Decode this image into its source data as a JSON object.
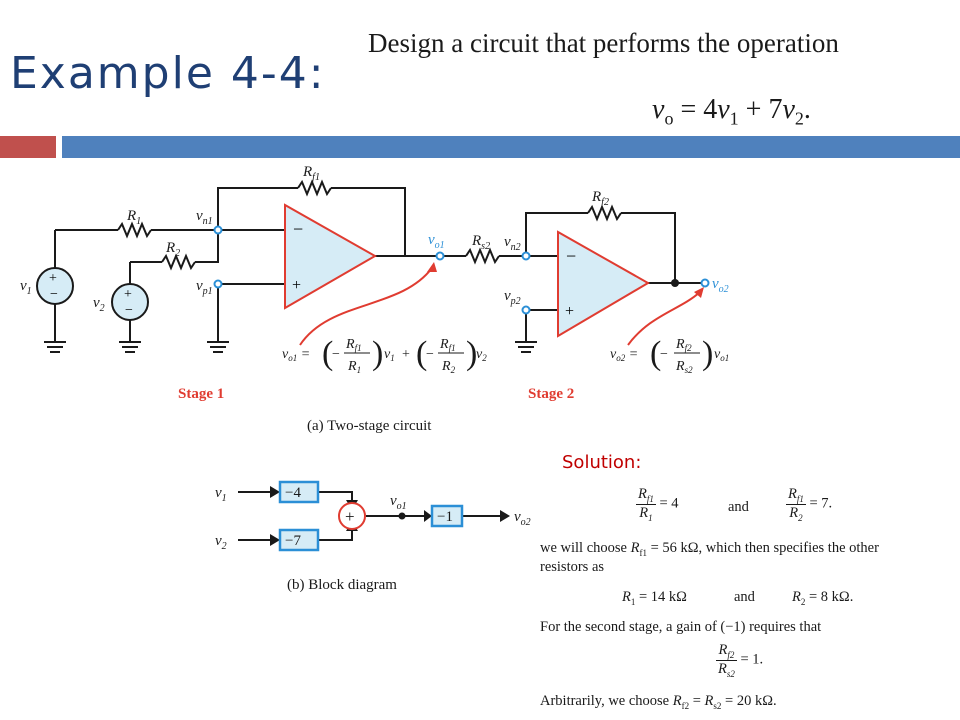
{
  "slide": {
    "title": "Example 4-4:",
    "problem": "Design a circuit that performs the operation",
    "equation": "v_o = 4v_1 + 7v_2."
  },
  "colors": {
    "title": "#1f3f74",
    "bar_red": "#c0504d",
    "bar_blue": "#4f81bd",
    "opamp_fill": "#d6ecf6",
    "opamp_stroke": "#e03c31",
    "accent_blue": "#2b8fd6",
    "solution": "#c00000"
  },
  "circuit": {
    "caption": "(a) Two-stage circuit",
    "stage1_label": "Stage 1",
    "stage2_label": "Stage 2",
    "labels": [
      "R1",
      "R2",
      "Rf1",
      "Rs2",
      "Rf2",
      "vn1",
      "vp1",
      "vo1",
      "vn2",
      "vp2",
      "vo2",
      "v1",
      "v2"
    ],
    "eq_stage1": "vo1 = (−Rf1/R1) v1 + (−Rf1/R2) v2",
    "eq_stage2": "vo2 = (−Rf2/Rs2) vo1"
  },
  "block": {
    "caption": "(b) Block diagram",
    "in1": "v1",
    "in2": "v2",
    "gain1": "−4",
    "gain2": "−7",
    "gain3": "−1",
    "sum": "+",
    "mid": "vo1",
    "out": "vo2"
  },
  "solution": {
    "label": "Solution:",
    "ratio1": "Rf1/R1 = 4",
    "and": "and",
    "ratio2": "Rf1/R2 = 7.",
    "line1": "we will choose Rf1 = 56 kΩ, which then specifies the other",
    "line2": "resistors as",
    "r1": "R1 = 14 kΩ",
    "r2": "R2 = 8 kΩ.",
    "line3": "For the second stage, a gain of (−1) requires that",
    "ratio3": "Rf2/Rs2 = 1.",
    "line4": "Arbitrarily, we choose Rf2 = Rs2 = 20 kΩ."
  }
}
